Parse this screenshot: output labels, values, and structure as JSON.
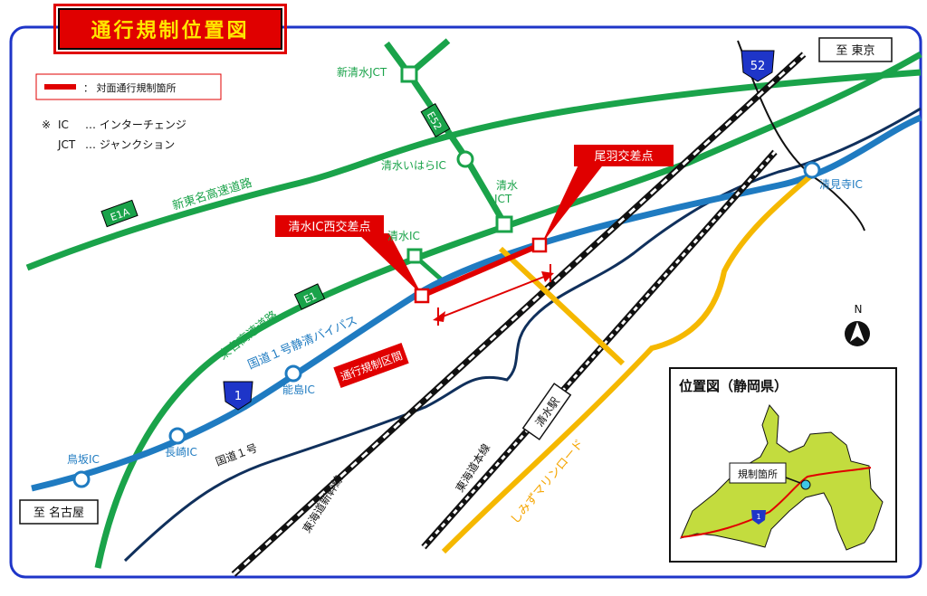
{
  "title": "通行規制位置図",
  "legend": {
    "restriction_label": "： 対面通行規制箇所",
    "note_line1_mark": "※",
    "note_line1_abbr": "IC",
    "note_line1_text": "… インターチェンジ",
    "note_line2_abbr": "JCT",
    "note_line2_text": "… ジャンクション"
  },
  "directions": {
    "tokyo": "至 東京",
    "nagoya": "至 名古屋"
  },
  "roads": {
    "shin_tomei": "新東名高速道路",
    "tomei": "東名高速道路",
    "bypass": "国道１号静清バイパス",
    "route1": "国道１号",
    "shinkansen": "東海道新幹線",
    "tokaido_line": "東海道本線",
    "marine_road": "しみずマリンロード"
  },
  "shields": {
    "e1a": "E1A",
    "e1": "E1",
    "e52": "E52",
    "r1": "1",
    "r52": "52"
  },
  "interchanges": {
    "shin_shimizu_jct": "新清水JCT",
    "shimizu_ihara_ic": "清水いはらIC",
    "shimizu_jct_line1": "清水",
    "shimizu_jct_line2": "JCT",
    "shimizu_ic": "清水IC",
    "kiyomi_ic": "清見寺IC",
    "nojima_ic": "能島IC",
    "nagasaki_ic": "長崎IC",
    "torisaka_ic": "鳥坂IC"
  },
  "station": "清水駅",
  "callouts": {
    "obane": "尾羽交差点",
    "shimizu_ic_west": "清水IC西交差点",
    "section": "通行規制区間"
  },
  "compass": "N",
  "inset": {
    "title": "位置図（静岡県）",
    "site_label": "規制箇所",
    "shield": "1"
  },
  "colors": {
    "expressway": "#1aa34a",
    "national_route": "#1f7bc1",
    "restriction": "#e00000",
    "marine_road": "#f5b800",
    "prefecture_fill": "#c3dc3e",
    "frame": "#1e35c8",
    "route1_old": "#10305c"
  }
}
